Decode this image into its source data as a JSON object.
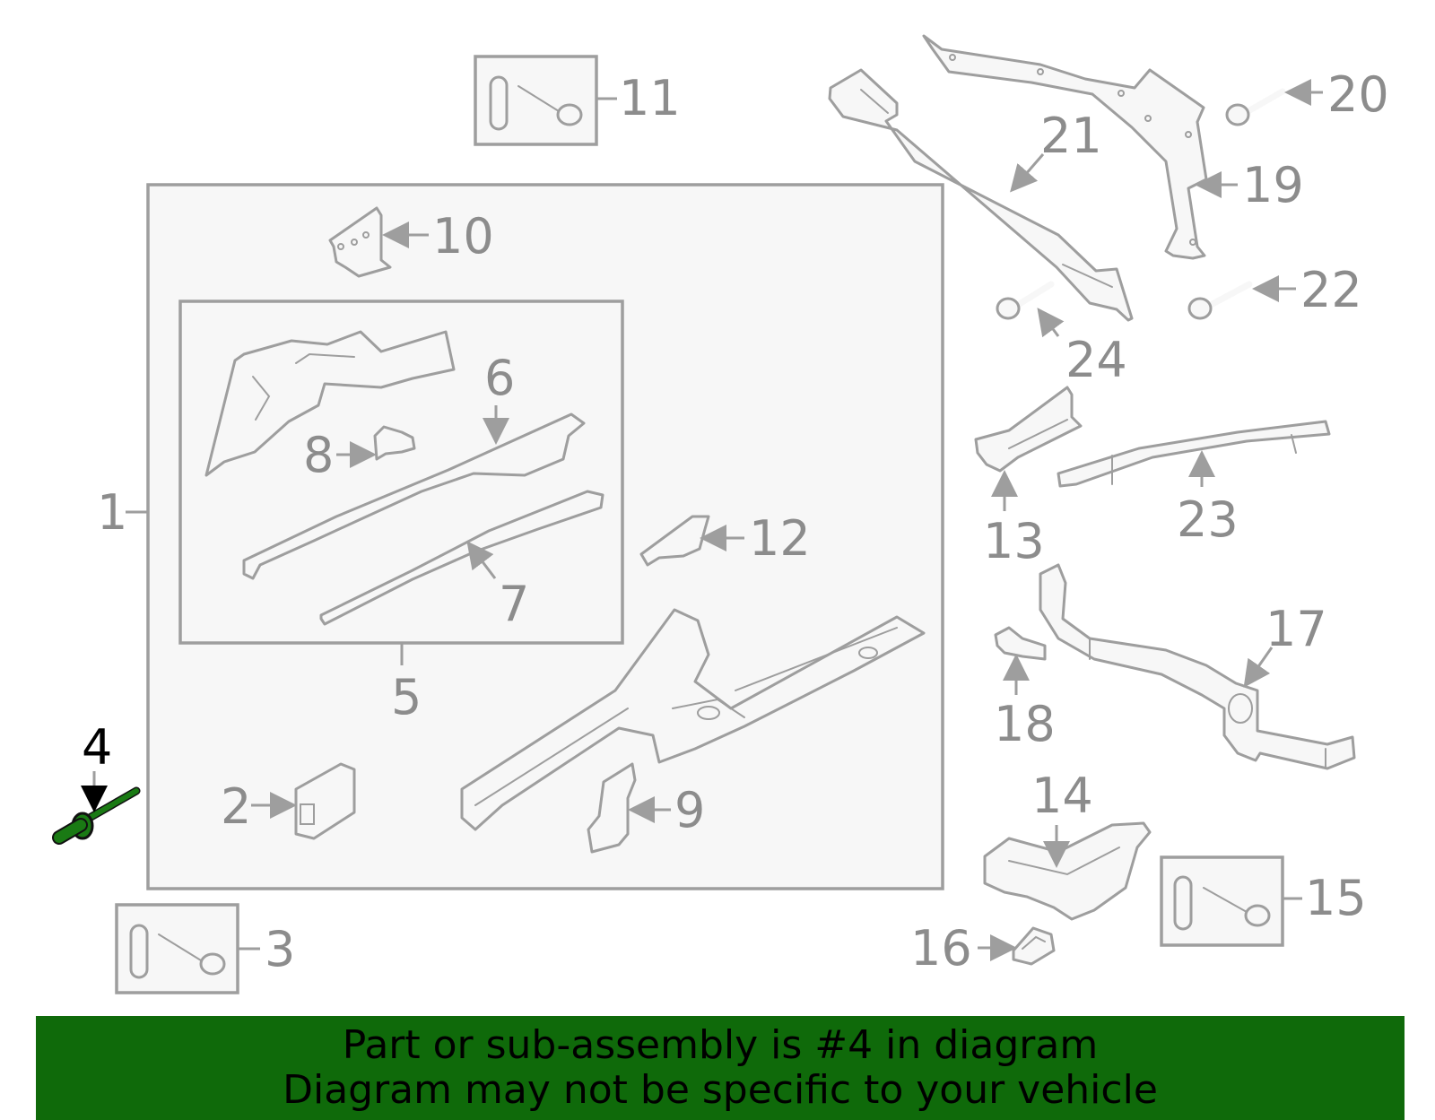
{
  "callouts": {
    "c1": "1",
    "c2": "2",
    "c3": "3",
    "c4": "4",
    "c5": "5",
    "c6": "6",
    "c7": "7",
    "c8": "8",
    "c9": "9",
    "c10": "10",
    "c11": "11",
    "c12": "12",
    "c13": "13",
    "c14": "14",
    "c15": "15",
    "c16": "16",
    "c17": "17",
    "c18": "18",
    "c19": "19",
    "c20": "20",
    "c21": "21",
    "c22": "22",
    "c23": "23",
    "c24": "24"
  },
  "highlight": {
    "part": "4",
    "color": "#1a7a14"
  },
  "banner": {
    "line1": "Part or sub-assembly is #4 in diagram",
    "line2": "Diagram may not be specific to your vehicle",
    "background": "#0f6a0a"
  }
}
